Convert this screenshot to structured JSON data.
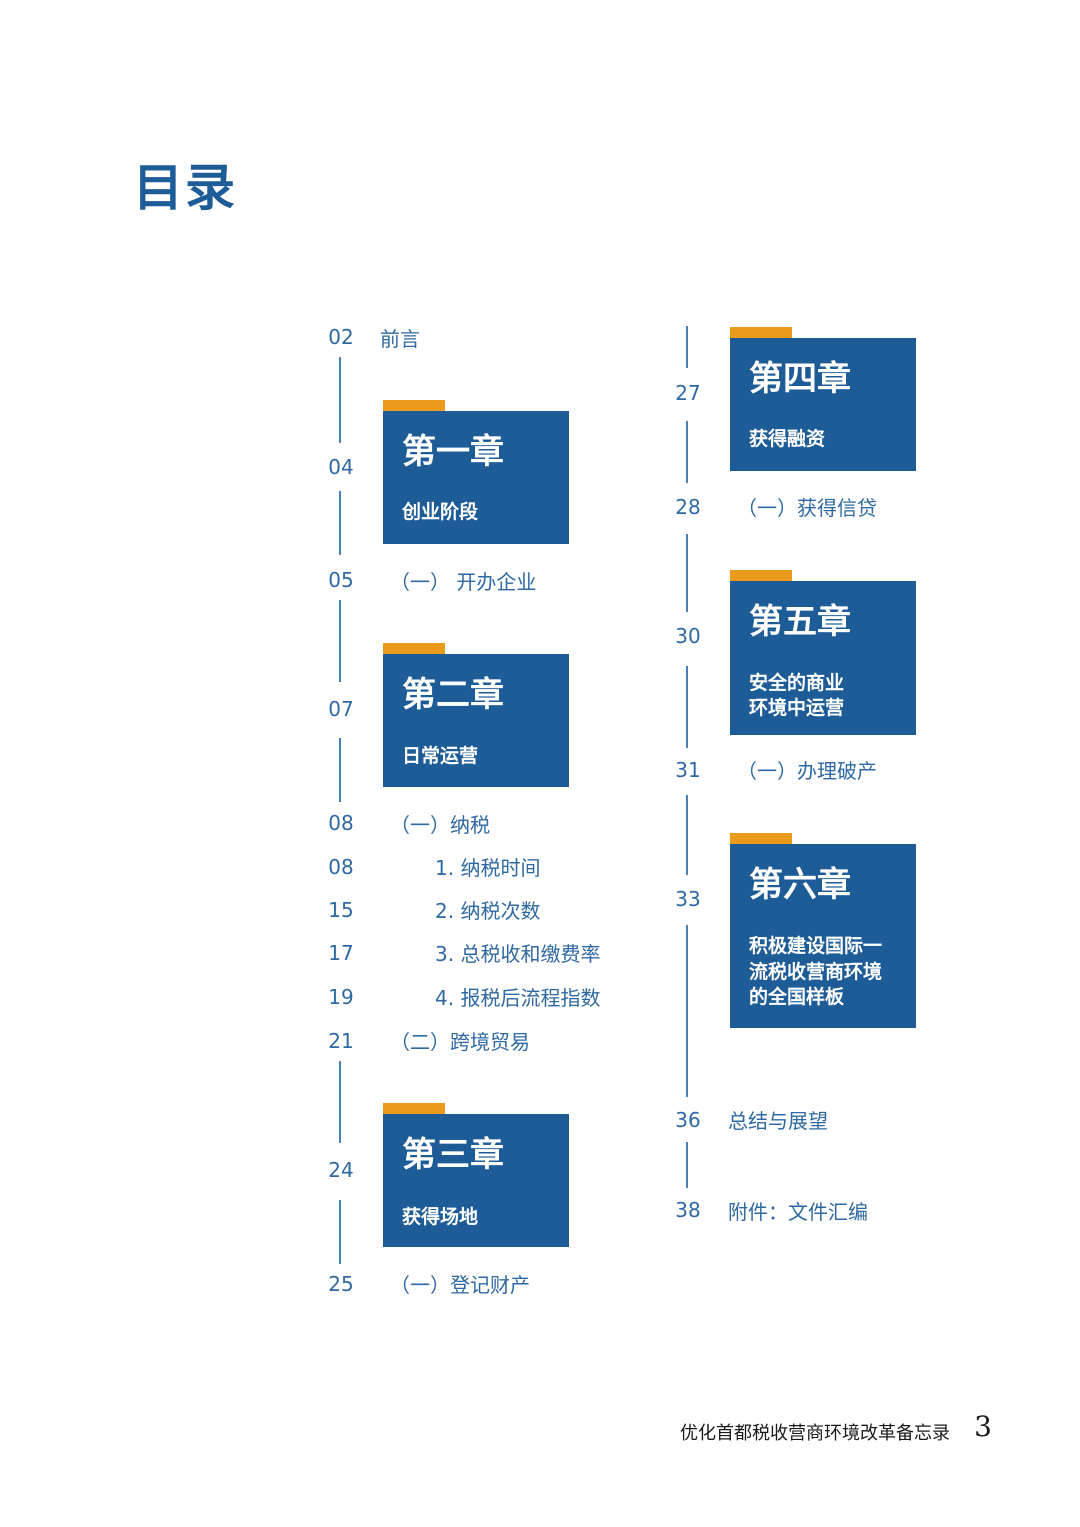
{
  "title": "目录",
  "left": {
    "preface": {
      "page": "02",
      "label": "前言"
    },
    "ch1": {
      "page": "04",
      "tab": "第一章",
      "sub": "创业阶段"
    },
    "ch1_s1": {
      "page": "05",
      "label": "（一） 开办企业"
    },
    "ch2": {
      "page": "07",
      "tab": "第二章",
      "sub": "日常运营"
    },
    "ch2_s1": {
      "page": "08",
      "label": "（一）纳税"
    },
    "ch2_s1_1": {
      "page": "08",
      "label": "1. 纳税时间"
    },
    "ch2_s1_2": {
      "page": "15",
      "label": "2. 纳税次数"
    },
    "ch2_s1_3": {
      "page": "17",
      "label": "3. 总税收和缴费率"
    },
    "ch2_s1_4": {
      "page": "19",
      "label": "4. 报税后流程指数"
    },
    "ch2_s2": {
      "page": "21",
      "label": "（二）跨境贸易"
    },
    "ch3": {
      "page": "24",
      "tab": "第三章",
      "sub": "获得场地"
    },
    "ch3_s1": {
      "page": "25",
      "label": "（一）登记财产"
    }
  },
  "right": {
    "ch4": {
      "page": "27",
      "tab": "第四章",
      "sub": "获得融资"
    },
    "ch4_s1": {
      "page": "28",
      "label": "（一）获得信贷"
    },
    "ch5": {
      "page": "30",
      "tab": "第五章",
      "sub1": "安全的商业",
      "sub2": "环境中运营"
    },
    "ch5_s1": {
      "page": "31",
      "label": "（一）办理破产"
    },
    "ch6": {
      "page": "33",
      "tab": "第六章",
      "sub1": "积极建设国际一",
      "sub2": "流税收营商环境",
      "sub3": "的全国样板"
    },
    "summary": {
      "page": "36",
      "label": "总结与展望"
    },
    "appendix": {
      "page": "38",
      "label": "附件：文件汇编"
    }
  },
  "footer": {
    "title": "优化首都税收营商环境改革备忘录",
    "page": "3"
  },
  "colors": {
    "blue": "#1e5c97",
    "accent": "#eb9b1c",
    "text": "#2f69a3"
  }
}
